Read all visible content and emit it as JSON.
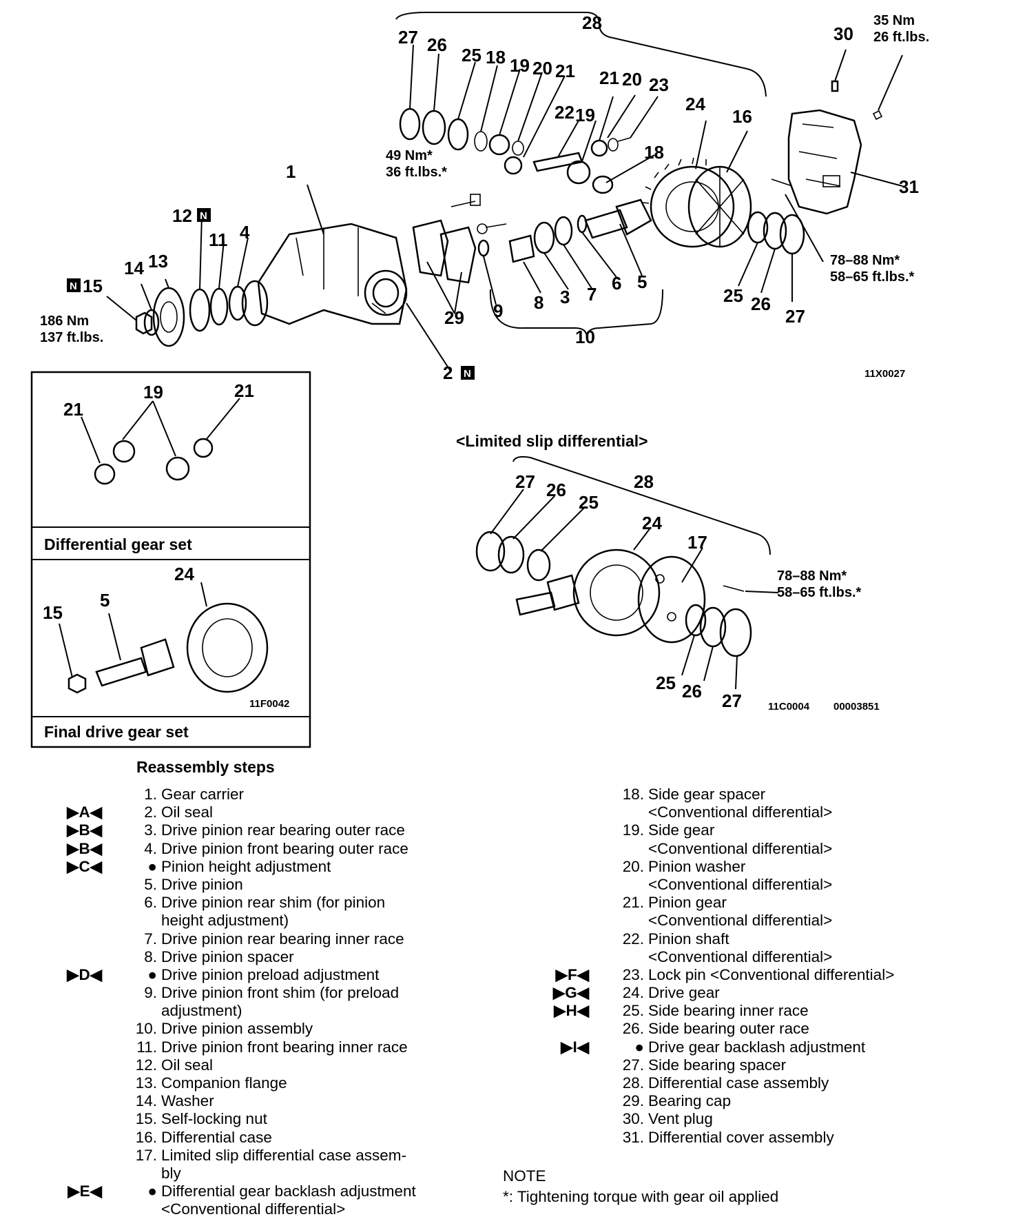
{
  "callouts": {
    "c1": "1",
    "c2": "2",
    "c3": "3",
    "c5": "5",
    "c6": "6",
    "c7": "7",
    "c8": "8",
    "c9": "9",
    "c10": "10",
    "c11": "11",
    "c12": "12",
    "c13": "13",
    "c14": "14",
    "c15": "15",
    "c16": "16",
    "c18": "18",
    "c18b": "18",
    "c19": "19",
    "c19b": "19",
    "c20": "20",
    "c20b": "20",
    "c21": "21",
    "c21b": "21",
    "c22": "22",
    "c23": "23",
    "c24": "24",
    "c25": "25",
    "c25b": "25",
    "c26": "26",
    "c26b": "26",
    "c27": "27",
    "c27b": "27",
    "c28": "28",
    "c29": "29",
    "c30": "30",
    "c31": "31",
    "c4": "4"
  },
  "n_mark": "N",
  "torques": {
    "t35a": "35 Nm",
    "t35b": "26 ft.lbs.",
    "t49a": "49 Nm*",
    "t49b": "36 ft.lbs.*",
    "t186a": "186 Nm",
    "t186b": "137 ft.lbs.",
    "t78a": "78–88 Nm*",
    "t78b": "58–65 ft.lbs.*"
  },
  "codes": {
    "main": "11X0027",
    "lsd_a": "11C0004",
    "lsd_b": "00003851",
    "final": "11F0042"
  },
  "panels": {
    "diff_gear_set": "Differential gear set",
    "final_drive_gear_set": "Final drive gear set"
  },
  "lsd": {
    "title": "<Limited slip differential>",
    "c27": "27",
    "c26": "26",
    "c25": "25",
    "c28": "28",
    "c24": "24",
    "c17": "17",
    "c25b": "25",
    "c26b": "26",
    "c27b": "27",
    "t78a": "78–88 Nm*",
    "t78b": "58–65 ft.lbs.*"
  },
  "inset": {
    "c21a": "21",
    "c19": "19",
    "c21b": "21",
    "c24": "24",
    "c5": "5",
    "c15": "15"
  },
  "steps_title": "Reassembly steps",
  "left_steps": [
    {
      "mk": "",
      "num": "1.",
      "text": "Gear carrier"
    },
    {
      "mk": "▶A◀",
      "num": "2.",
      "text": "Oil seal"
    },
    {
      "mk": "▶B◀",
      "num": "3.",
      "text": "Drive pinion rear bearing outer race"
    },
    {
      "mk": "▶B◀",
      "num": "4.",
      "text": "Drive pinion front bearing outer race"
    },
    {
      "mk": "▶C◀",
      "num": "●",
      "text": "Pinion height adjustment"
    },
    {
      "mk": "",
      "num": "5.",
      "text": "Drive pinion"
    },
    {
      "mk": "",
      "num": "6.",
      "text": "Drive pinion rear shim (for pinion"
    },
    {
      "mk": "",
      "num": "",
      "text": "height adjustment)",
      "cont": true
    },
    {
      "mk": "",
      "num": "7.",
      "text": "Drive pinion rear bearing inner race"
    },
    {
      "mk": "",
      "num": "8.",
      "text": "Drive pinion spacer"
    },
    {
      "mk": "▶D◀",
      "num": "●",
      "text": "Drive pinion preload adjustment"
    },
    {
      "mk": "",
      "num": "9.",
      "text": "Drive pinion front shim (for preload"
    },
    {
      "mk": "",
      "num": "",
      "text": "adjustment)",
      "cont": true
    },
    {
      "mk": "",
      "num": "10.",
      "text": "Drive pinion assembly"
    },
    {
      "mk": "",
      "num": "11.",
      "text": "Drive pinion front bearing inner race"
    },
    {
      "mk": "",
      "num": "12.",
      "text": "Oil seal"
    },
    {
      "mk": "",
      "num": "13.",
      "text": "Companion flange"
    },
    {
      "mk": "",
      "num": "14.",
      "text": "Washer"
    },
    {
      "mk": "",
      "num": "15.",
      "text": "Self-locking nut"
    },
    {
      "mk": "",
      "num": "16.",
      "text": "Differential case"
    },
    {
      "mk": "",
      "num": "17.",
      "text": "Limited slip differential case assem-"
    },
    {
      "mk": "",
      "num": "",
      "text": "bly",
      "cont": true
    },
    {
      "mk": "▶E◀",
      "num": "●",
      "text": "Differential gear backlash adjustment"
    },
    {
      "mk": "",
      "num": "",
      "text": "<Conventional differential>",
      "cont": true
    }
  ],
  "right_steps": [
    {
      "mk": "",
      "num": "18.",
      "text": "Side gear spacer"
    },
    {
      "mk": "",
      "num": "",
      "text": "<Conventional differential>",
      "cont": true
    },
    {
      "mk": "",
      "num": "19.",
      "text": "Side gear"
    },
    {
      "mk": "",
      "num": "",
      "text": "<Conventional differential>",
      "cont": true
    },
    {
      "mk": "",
      "num": "20.",
      "text": "Pinion washer"
    },
    {
      "mk": "",
      "num": "",
      "text": "<Conventional differential>",
      "cont": true
    },
    {
      "mk": "",
      "num": "21.",
      "text": "Pinion gear"
    },
    {
      "mk": "",
      "num": "",
      "text": "<Conventional differential>",
      "cont": true
    },
    {
      "mk": "",
      "num": "22.",
      "text": "Pinion shaft"
    },
    {
      "mk": "",
      "num": "",
      "text": "<Conventional differential>",
      "cont": true
    },
    {
      "mk": "▶F◀",
      "num": "23.",
      "text": "Lock pin <Conventional differential>"
    },
    {
      "mk": "▶G◀",
      "num": "24.",
      "text": "Drive gear"
    },
    {
      "mk": "▶H◀",
      "num": "25.",
      "text": "Side bearing inner race"
    },
    {
      "mk": "",
      "num": "26.",
      "text": "Side bearing outer race"
    },
    {
      "mk": "▶I◀",
      "num": "●",
      "text": "Drive gear backlash adjustment"
    },
    {
      "mk": "",
      "num": "27.",
      "text": "Side bearing spacer"
    },
    {
      "mk": "",
      "num": "28.",
      "text": "Differential case assembly"
    },
    {
      "mk": "",
      "num": "29.",
      "text": "Bearing cap"
    },
    {
      "mk": "",
      "num": "30.",
      "text": "Vent plug"
    },
    {
      "mk": "",
      "num": "31.",
      "text": "Differential cover assembly"
    }
  ],
  "note": {
    "title": "NOTE",
    "text": "*: Tightening torque with gear oil applied"
  }
}
